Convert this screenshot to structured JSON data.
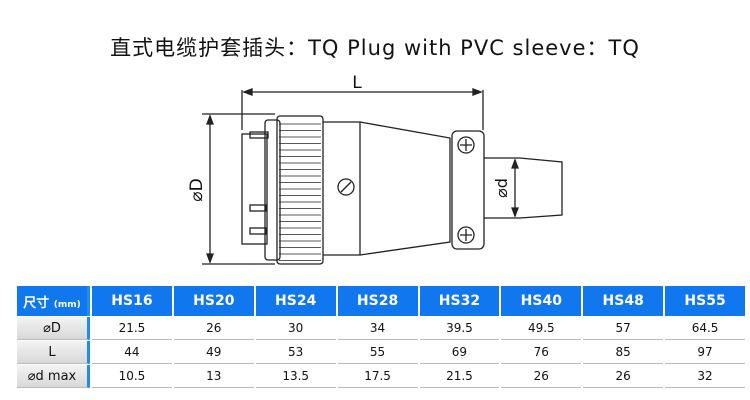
{
  "title": "直式电缆护套插头：TQ Plug with PVC sleeve：TQ",
  "diagram": {
    "label_L": "L",
    "label_D": "⌀D",
    "label_d": "⌀d"
  },
  "table": {
    "header_label": "尺寸",
    "header_unit": "(mm)",
    "columns": [
      "HS16",
      "HS20",
      "HS24",
      "HS28",
      "HS32",
      "HS40",
      "HS48",
      "HS55"
    ],
    "rows": [
      {
        "label": "⌀D",
        "values": [
          "21.5",
          "26",
          "30",
          "34",
          "39.5",
          "49.5",
          "57",
          "64.5"
        ]
      },
      {
        "label": "L",
        "values": [
          "44",
          "49",
          "53",
          "55",
          "69",
          "76",
          "85",
          "97"
        ]
      },
      {
        "label": "⌀d max",
        "values": [
          "10.5",
          "13",
          "13.5",
          "17.5",
          "21.5",
          "26",
          "26",
          "32"
        ]
      }
    ]
  },
  "colors": {
    "header_blue": "#1177ee"
  }
}
